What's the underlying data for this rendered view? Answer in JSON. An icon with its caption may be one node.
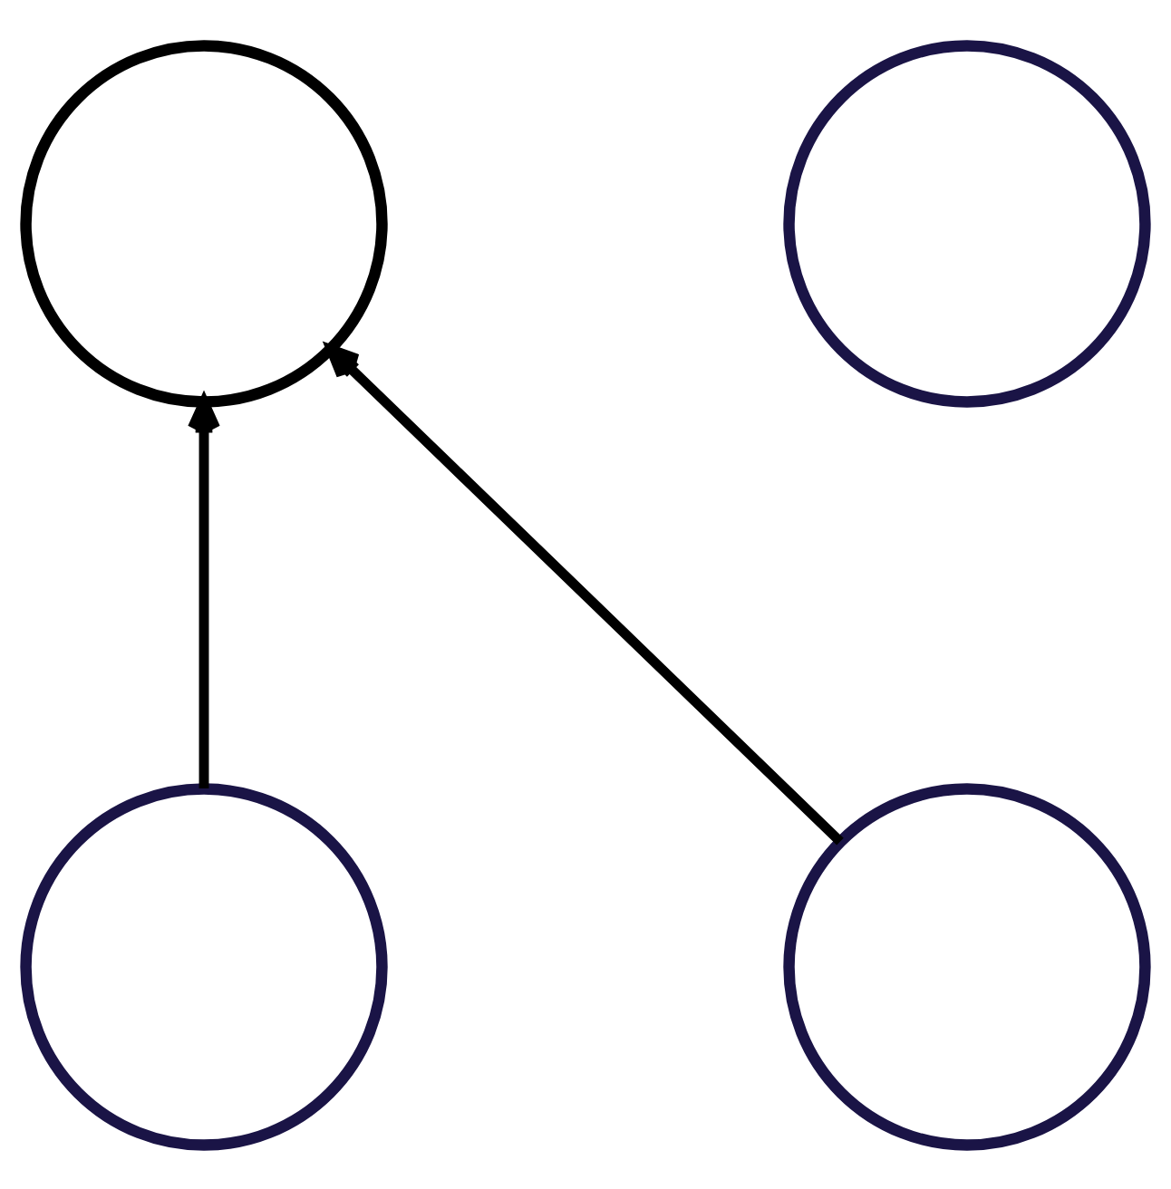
{
  "diagram": {
    "nodes": [
      {
        "text": [],
        "shape": "circle"
      },
      {
        "text": [],
        "shape": "circle"
      },
      {
        "text": [],
        "shape": "circle"
      },
      {
        "text": [],
        "shape": "circle"
      }
    ],
    "edges": [
      {
        "from": 2,
        "to": 0,
        "arrow": "to"
      },
      {
        "from": 3,
        "to": 0,
        "arrow": "to"
      }
    ]
  }
}
